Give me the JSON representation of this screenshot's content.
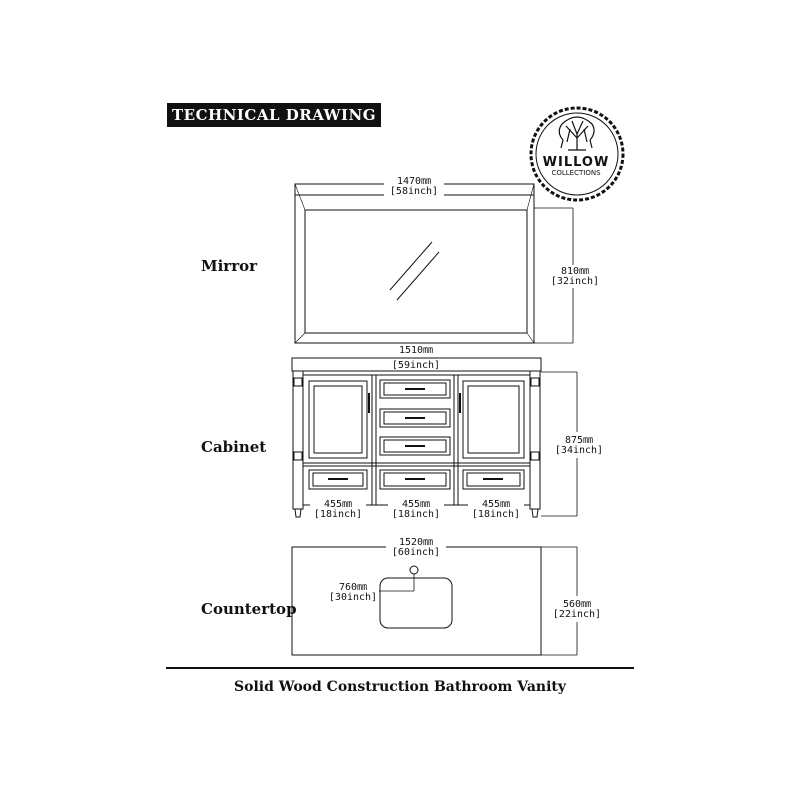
{
  "header": {
    "badge": "TECHNICAL DRAWING"
  },
  "logo": {
    "brand": "WILLOW",
    "subtitle": "COLLECTIONS",
    "icon": "tree-icon"
  },
  "sections": {
    "mirror": {
      "label": "Mirror",
      "width": {
        "mm": "1470㎜",
        "inch": "[58inch]"
      },
      "height": {
        "mm": "810㎜",
        "inch": "[32inch]"
      }
    },
    "cabinet": {
      "label": "Cabinet",
      "width": {
        "mm": "1510㎜",
        "inch": "[59inch]"
      },
      "height": {
        "mm": "875㎜",
        "inch": "[34inch]"
      },
      "bays": [
        {
          "mm": "455㎜",
          "inch": "[18inch]"
        },
        {
          "mm": "455㎜",
          "inch": "[18inch]"
        },
        {
          "mm": "455㎜",
          "inch": "[18inch]"
        }
      ]
    },
    "countertop": {
      "label": "Countertop",
      "width": {
        "mm": "1520㎜",
        "inch": "[60inch]"
      },
      "depth": {
        "mm": "560㎜",
        "inch": "[22inch]"
      },
      "sink": {
        "mm": "760㎜",
        "inch": "[30inch]"
      }
    }
  },
  "footer": {
    "caption": "Solid Wood Construction Bathroom Vanity"
  }
}
